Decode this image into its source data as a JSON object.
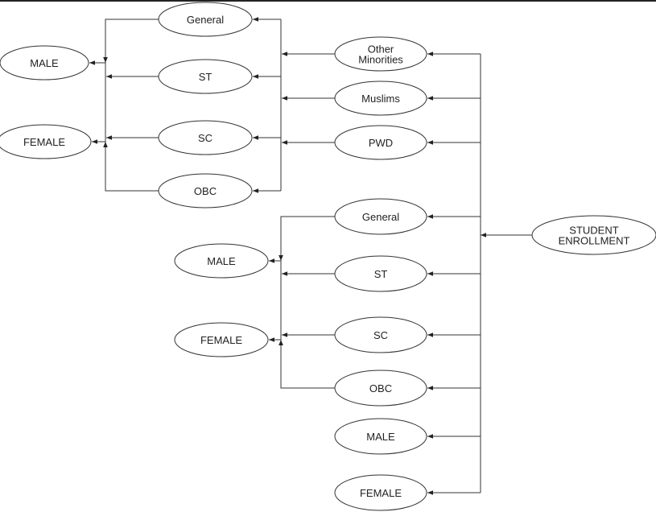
{
  "root": {
    "label": [
      "STUDENT",
      "ENROLLMENT"
    ]
  },
  "upper_group": {
    "categories": [
      "General",
      "ST",
      "SC",
      "OBC"
    ],
    "genders": [
      "MALE",
      "FEMALE"
    ]
  },
  "minorities": [
    [
      "Other",
      "Minorities"
    ],
    [
      "Muslims"
    ],
    [
      "PWD"
    ]
  ],
  "lower_group": {
    "categories": [
      "General",
      "ST",
      "SC",
      "OBC"
    ],
    "genders": [
      "MALE",
      "FEMALE"
    ]
  },
  "direct_genders": [
    "MALE",
    "FEMALE"
  ],
  "colors": {
    "stroke": "#333333",
    "background": "#ffffff"
  }
}
